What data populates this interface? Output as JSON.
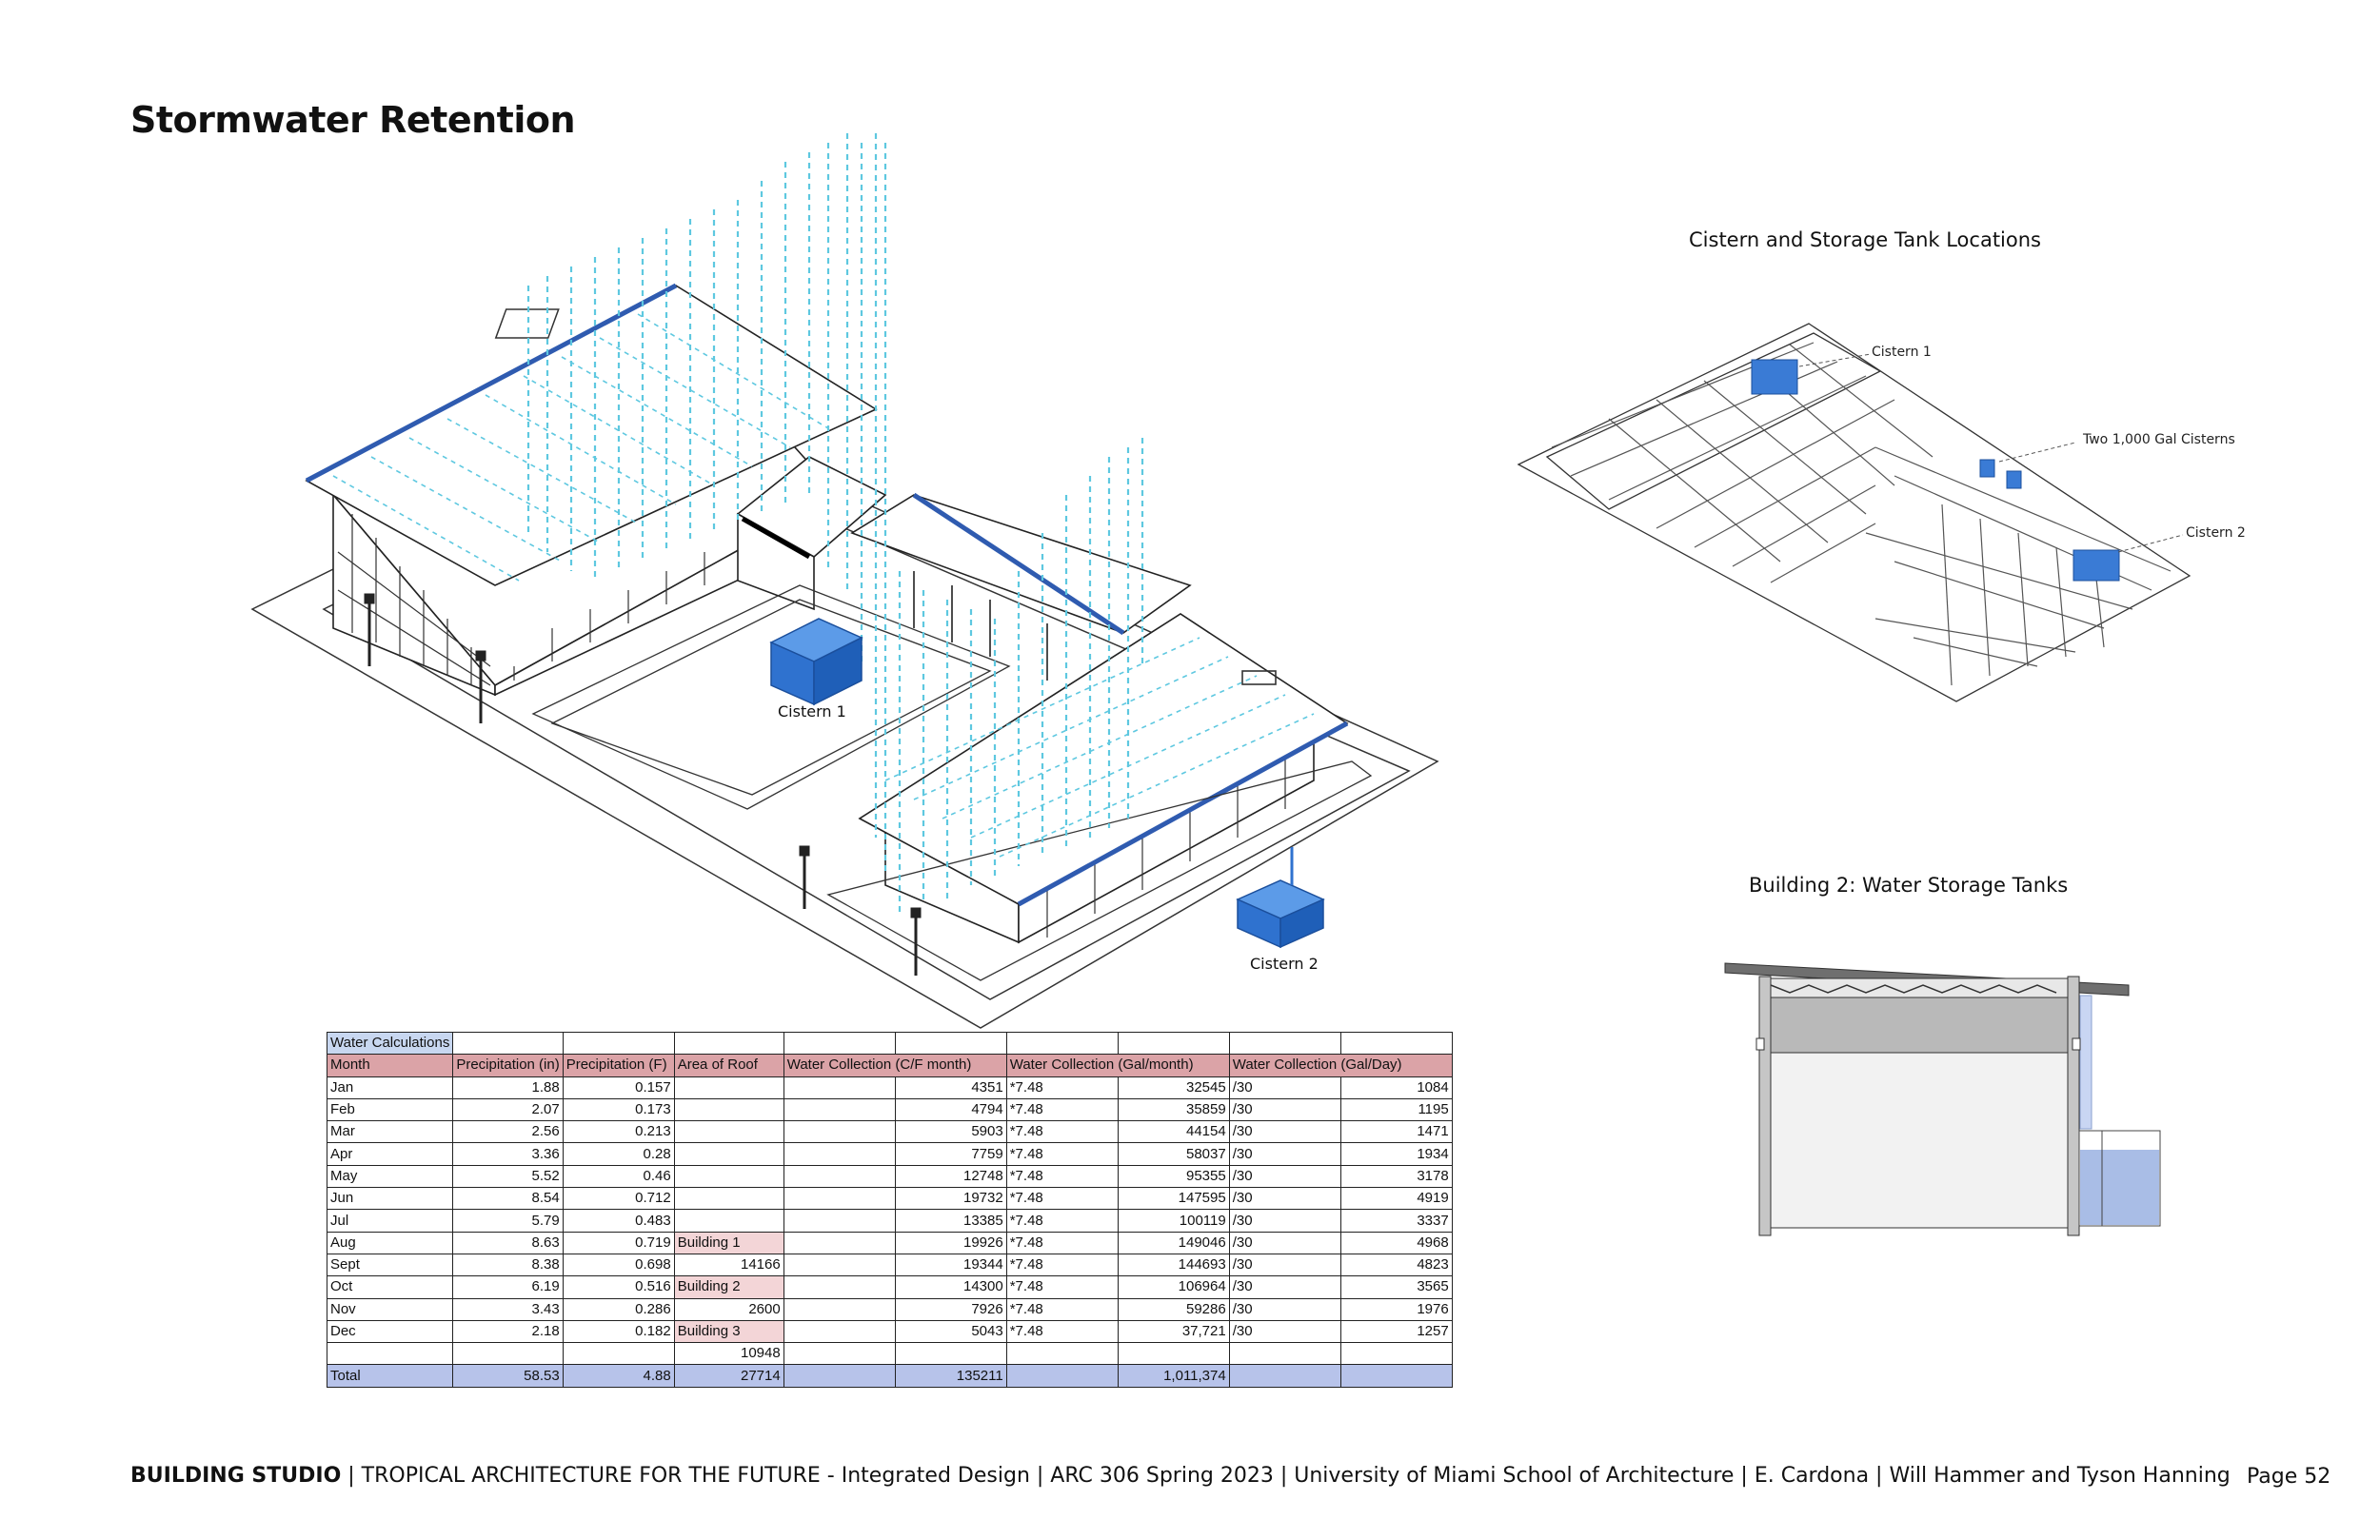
{
  "page_title": "Stormwater Retention",
  "axon": {
    "cistern1_label": "Cistern 1",
    "cistern2_label": "Cistern 2"
  },
  "plan": {
    "title": "Cistern and Storage Tank Locations",
    "cistern1_label": "Cistern 1",
    "small_cisterns_label": "Two 1,000 Gal Cisterns",
    "cistern2_label": "Cistern 2"
  },
  "section": {
    "title": "Building 2: Water Storage Tanks"
  },
  "table": {
    "title": "Water Calculations",
    "headers": [
      "Month",
      "Precipitation (in)",
      "Precipitation (F)",
      "Area of Roof",
      "Water Collection (C/F month)",
      "",
      "Water Collection (Gal/month)",
      "",
      "Water Collection (Gal/Day)",
      ""
    ],
    "rows": [
      [
        "Jan",
        "1.88",
        "0.157",
        "",
        "",
        "4351",
        "*7.48",
        "32545",
        "/30",
        "1084"
      ],
      [
        "Feb",
        "2.07",
        "0.173",
        "",
        "",
        "4794",
        "*7.48",
        "35859",
        "/30",
        "1195"
      ],
      [
        "Mar",
        "2.56",
        "0.213",
        "",
        "",
        "5903",
        "*7.48",
        "44154",
        "/30",
        "1471"
      ],
      [
        "Apr",
        "3.36",
        "0.28",
        "",
        "",
        "7759",
        "*7.48",
        "58037",
        "/30",
        "1934"
      ],
      [
        "May",
        "5.52",
        "0.46",
        "",
        "",
        "12748",
        "*7.48",
        "95355",
        "/30",
        "3178"
      ],
      [
        "Jun",
        "8.54",
        "0.712",
        "",
        "",
        "19732",
        "*7.48",
        "147595",
        "/30",
        "4919"
      ],
      [
        "Jul",
        "5.79",
        "0.483",
        "",
        "",
        "13385",
        "*7.48",
        "100119",
        "/30",
        "3337"
      ],
      [
        "Aug",
        "8.63",
        "0.719",
        "Building 1",
        "",
        "19926",
        "*7.48",
        "149046",
        "/30",
        "4968"
      ],
      [
        "Sept",
        "8.38",
        "0.698",
        "14166",
        "",
        "19344",
        "*7.48",
        "144693",
        "/30",
        "4823"
      ],
      [
        "Oct",
        "6.19",
        "0.516",
        "Building 2",
        "",
        "14300",
        "*7.48",
        "106964",
        "/30",
        "3565"
      ],
      [
        "Nov",
        "3.43",
        "0.286",
        "2600",
        "",
        "7926",
        "*7.48",
        "59286",
        "/30",
        "1976"
      ],
      [
        "Dec",
        "2.18",
        "0.182",
        "Building 3",
        "",
        "5043",
        "*7.48",
        "37,721",
        "/30",
        "1257"
      ],
      [
        "",
        "",
        "",
        "10948",
        "",
        "",
        "",
        "",
        "",
        ""
      ]
    ],
    "total": [
      "Total",
      "58.53",
      "4.88",
      "27714",
      "",
      "135211",
      "",
      "1,011,374",
      "",
      ""
    ]
  },
  "footer": {
    "studio": "BUILDING STUDIO",
    "rest": " | TROPICAL ARCHITECTURE FOR THE FUTURE - Integrated Design | ARC 306 Spring 2023 | University of Miami School of Architecture | E. Cardona | Will Hammer and Tyson Hanning",
    "page": "Page 52"
  },
  "colors": {
    "header_row": "#dba3a7",
    "title_cell": "#c8d7f0",
    "total_row": "#b7c3ea",
    "building_cell": "#f3d5d7",
    "cistern_blue": "#3a7bd5",
    "rain": "#5ec8e0",
    "roof_edge": "#2f5bb0"
  }
}
